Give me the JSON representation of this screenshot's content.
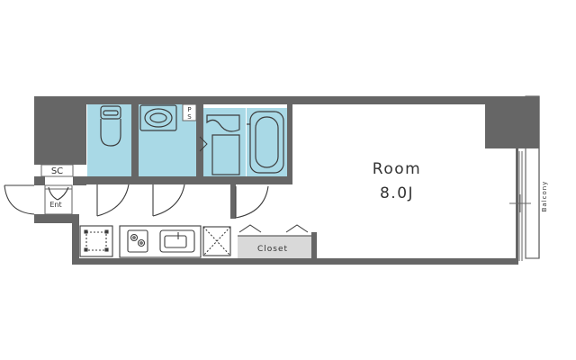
{
  "floorplan": {
    "room": {
      "label": "Room",
      "size": "8.0J"
    },
    "shoe_cabinet_label": "SC",
    "entrance_label": "Ent",
    "pipe_space_label": {
      "line1": "P",
      "line2": "S"
    },
    "closet_label": "Closet",
    "balcony_label": "Balcony"
  },
  "colors": {
    "wall": "#666666",
    "wet_area": "#a9d9e6",
    "fixture_stroke": "#3c3c3c",
    "closet": "#d9d9d9",
    "background": "#ffffff"
  }
}
